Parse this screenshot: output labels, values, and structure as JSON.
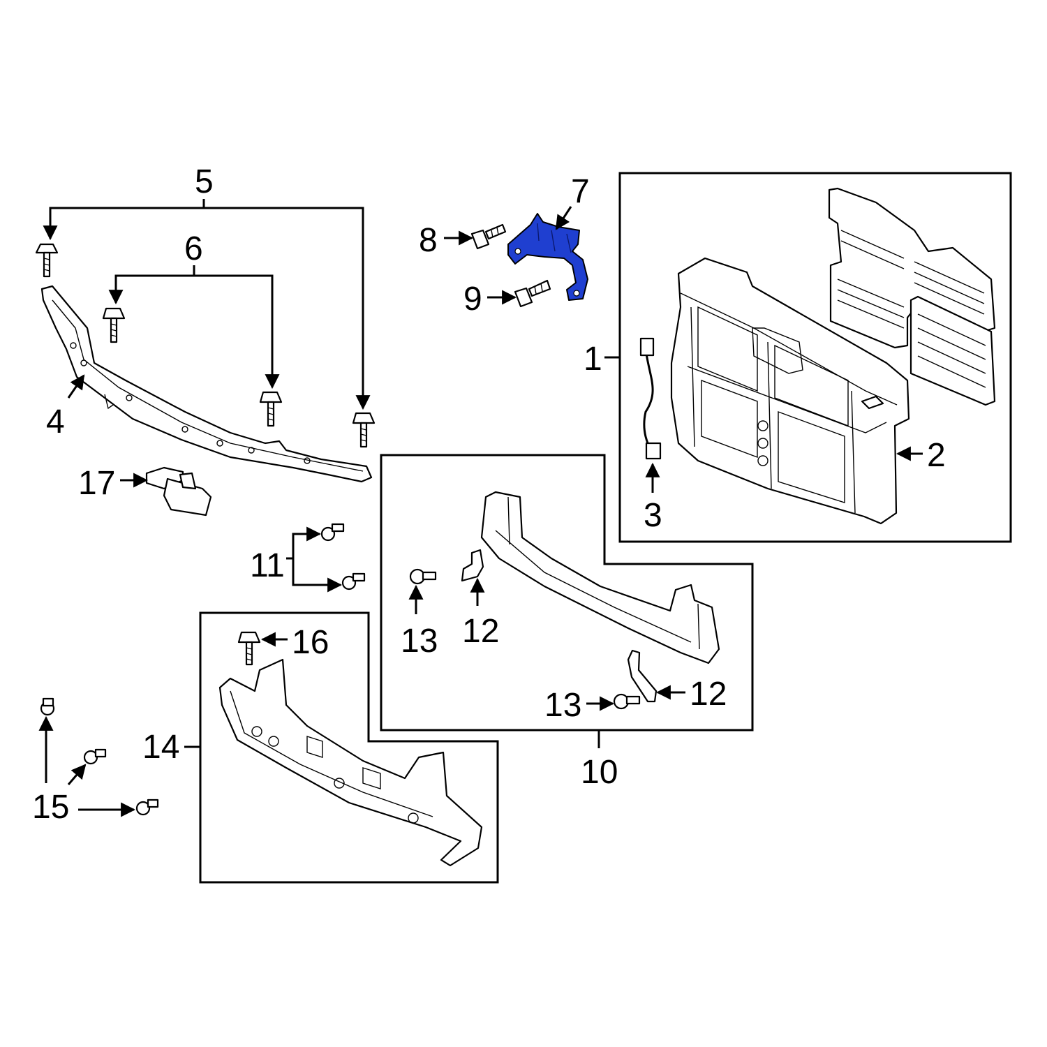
{
  "callouts": [
    {
      "id": "1",
      "label": "1"
    },
    {
      "id": "2",
      "label": "2"
    },
    {
      "id": "3",
      "label": "3"
    },
    {
      "id": "4",
      "label": "4"
    },
    {
      "id": "5",
      "label": "5"
    },
    {
      "id": "6",
      "label": "6"
    },
    {
      "id": "7",
      "label": "7"
    },
    {
      "id": "8",
      "label": "8"
    },
    {
      "id": "9",
      "label": "9"
    },
    {
      "id": "10",
      "label": "10"
    },
    {
      "id": "11",
      "label": "11"
    },
    {
      "id": "12a",
      "label": "12"
    },
    {
      "id": "12b",
      "label": "12"
    },
    {
      "id": "13a",
      "label": "13"
    },
    {
      "id": "13b",
      "label": "13"
    },
    {
      "id": "14",
      "label": "14"
    },
    {
      "id": "15",
      "label": "15"
    },
    {
      "id": "16",
      "label": "16"
    },
    {
      "id": "17",
      "label": "17"
    }
  ],
  "colors": {
    "highlight": "#1f3fd0",
    "line": "#000000",
    "background": "#ffffff"
  },
  "highlighted_part": "7"
}
